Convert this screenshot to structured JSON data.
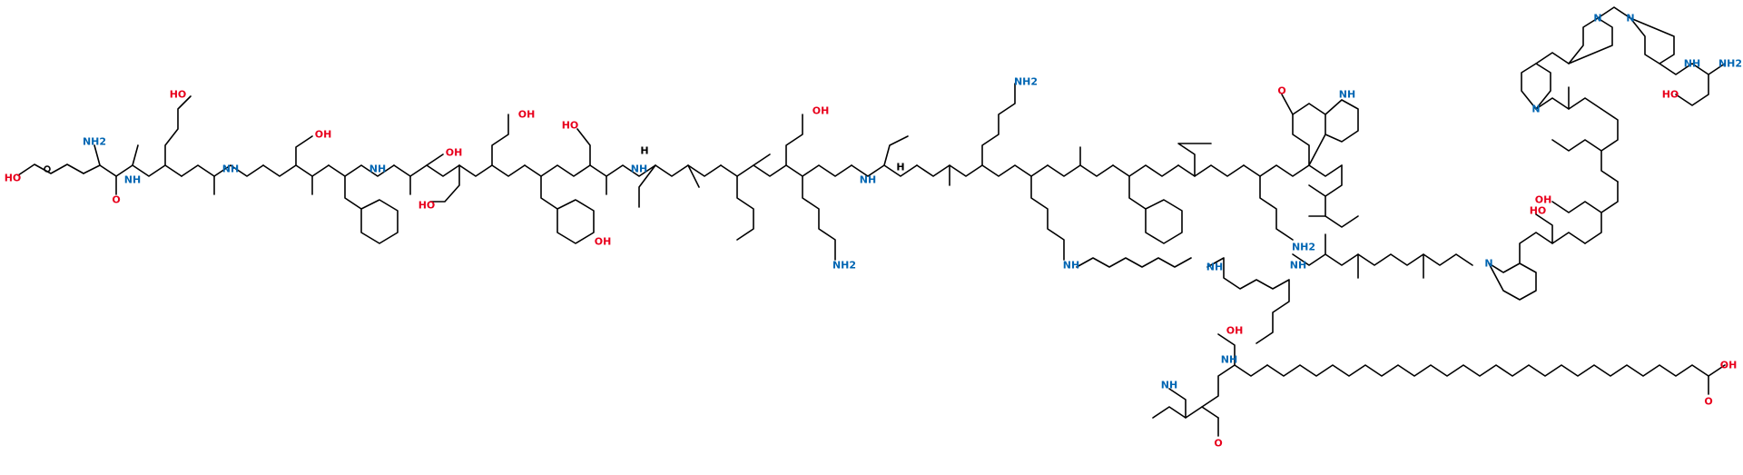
{
  "figure": {
    "kind": "chemical-structure",
    "subject": "lipidated peptide"
  },
  "colors": {
    "oxygen": "#e8001c",
    "nitrogen": "#0066b3",
    "carbon": "#000000",
    "background": "#ffffff"
  },
  "labels": {
    "HO": "HO",
    "OH": "OH",
    "NH2": "NH2",
    "NH": "NH",
    "N": "N",
    "H": "H",
    "O": "O"
  }
}
